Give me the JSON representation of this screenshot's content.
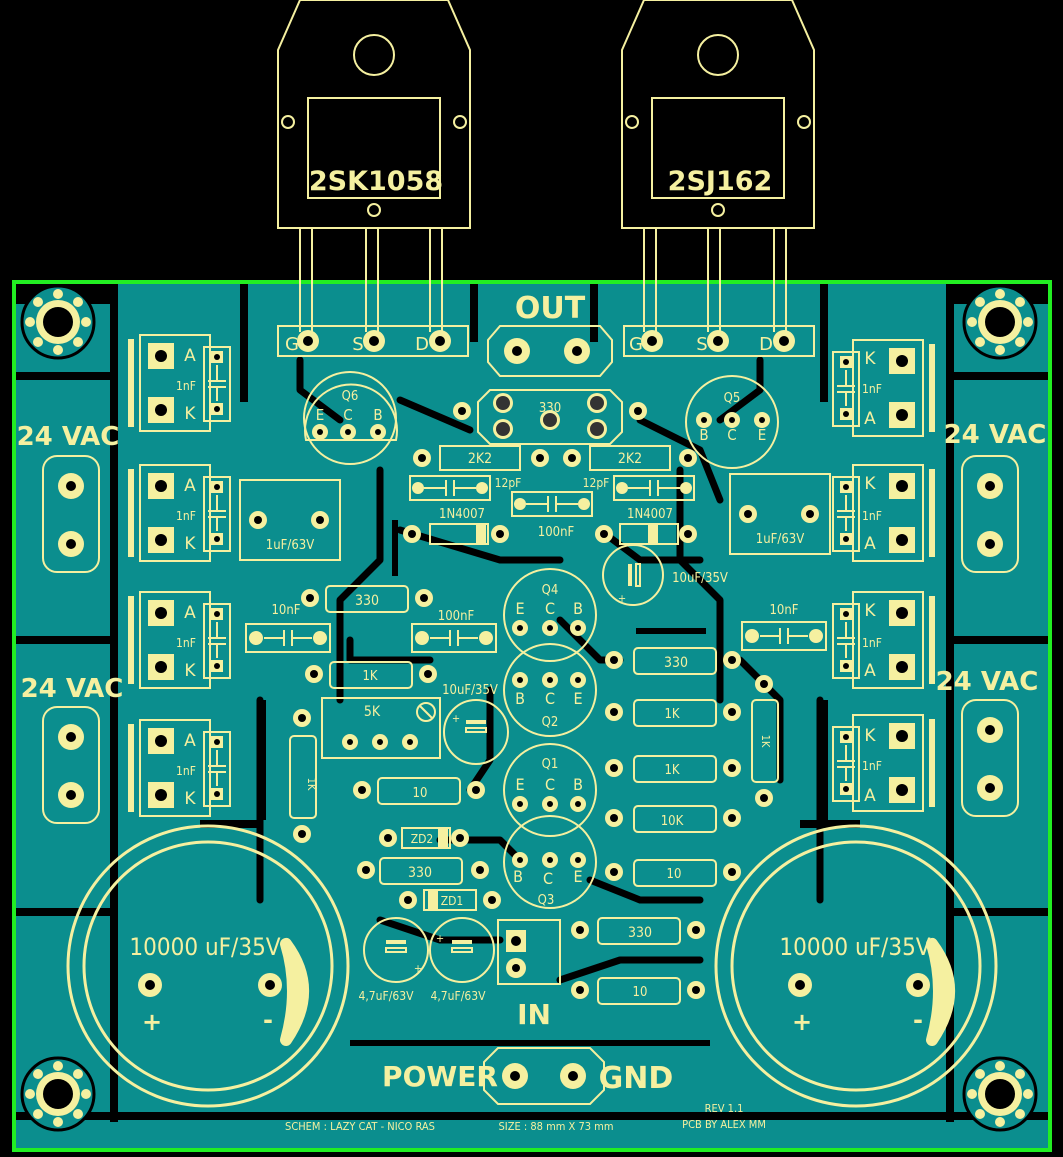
{
  "board": {
    "colors": {
      "background": "#000000",
      "copper": "#0b8e8e",
      "outline": "#22ee22",
      "silk": "#f5f0a0"
    },
    "labels": {
      "out": "OUT",
      "in": "IN",
      "power": "POWER",
      "gnd": "GND",
      "vac_left_top": "24 VAC",
      "vac_left_bottom": "24 VAC",
      "vac_right_top": "24 VAC",
      "vac_right_bottom": "24 VAC",
      "footer_schem": "SCHEM : LAZY CAT - NICO RAS",
      "footer_size": "SIZE : 88 mm X 73 mm",
      "footer_rev": "REV 1.1",
      "footer_pcb": "PCB BY ALEX MM"
    },
    "transistors": {
      "mosfet_left": {
        "name": "2SK1058",
        "pins": [
          "G",
          "S",
          "D"
        ]
      },
      "mosfet_right": {
        "name": "2SJ162",
        "pins": [
          "G",
          "S",
          "D"
        ]
      },
      "q6": {
        "name": "Q6",
        "pins": [
          "E",
          "C",
          "B"
        ]
      },
      "q5": {
        "name": "Q5",
        "pins": [
          "B",
          "C",
          "E"
        ]
      },
      "q4": {
        "name": "Q4",
        "pins": [
          "E",
          "C",
          "B"
        ]
      },
      "q2": {
        "name": "Q2",
        "pins": [
          "B",
          "C",
          "E"
        ]
      },
      "q1": {
        "name": "Q1",
        "pins": [
          "E",
          "C",
          "B"
        ]
      },
      "q3": {
        "name": "Q3",
        "pins": [
          "B",
          "C",
          "E"
        ]
      }
    },
    "diode_pins": {
      "a": "A",
      "k": "K"
    },
    "parts": {
      "cap_1nf": "1nF",
      "cap_10nf": "10nF",
      "cap_100nf": "100nF",
      "cap_12pf": "12pF",
      "cap_1uf": "1uF/63V",
      "cap_10uf": "10uF/35V",
      "cap_47uf": "4,7uF/63V",
      "cap_10000uf": "10000 uF/35V",
      "res_330": "330",
      "res_2k2": "2K2",
      "res_1k": "1K",
      "res_10k": "10K",
      "res_10": "10",
      "pot_5k": "5K",
      "diode_1n4007": "1N4007",
      "zener_1": "ZD1",
      "zener_2": "ZD2",
      "plus": "+",
      "minus": "-"
    }
  }
}
